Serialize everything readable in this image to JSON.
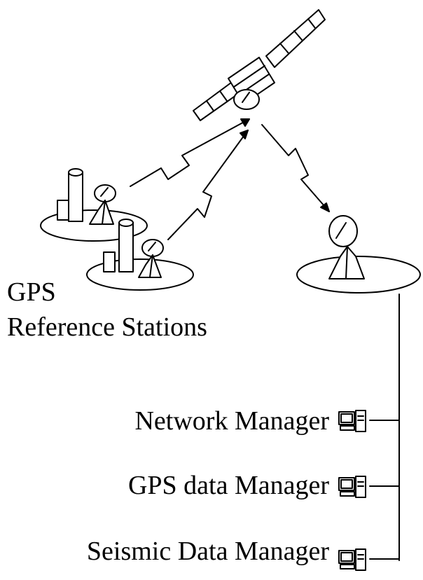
{
  "labels": {
    "gps": "GPS",
    "reference_stations": "Reference Stations",
    "network_manager": "Network Manager",
    "gps_data_manager": "GPS data Manager",
    "seismic_data_manager": "Seismic Data Manager"
  },
  "icons": {
    "satellite": "satellite-icon",
    "dish": "satellite-dish-icon",
    "antenna_tower": "gps-antenna-tower-icon",
    "computer": "computer-icon"
  }
}
